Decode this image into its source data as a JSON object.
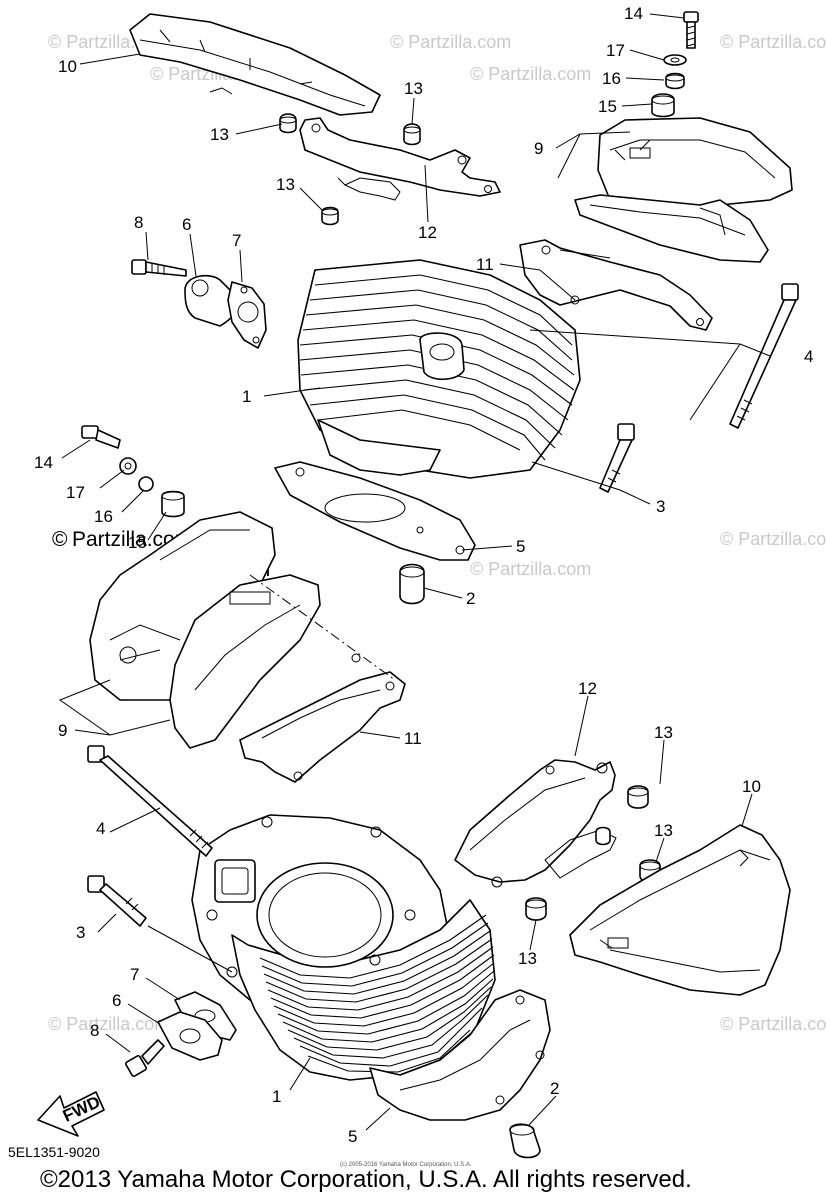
{
  "watermarks": {
    "small": "© Partzilla.com",
    "large_prefix": "©",
    "large_text": "Partzilla.com"
  },
  "callouts": {
    "top_10": "10",
    "top_13a": "13",
    "top_13b": "13",
    "top_13c": "13",
    "top_12": "12",
    "top_14": "14",
    "top_17": "17",
    "top_16": "16",
    "top_15": "15",
    "top_9": "9",
    "top_8": "8",
    "top_6": "6",
    "top_7": "7",
    "top_11": "11",
    "top_4": "4",
    "top_1": "1",
    "top_3": "3",
    "top_5": "5",
    "top_2": "2",
    "bot_14": "14",
    "bot_17": "17",
    "bot_16": "16",
    "bot_15": "15",
    "bot_9": "9",
    "bot_11": "11",
    "bot_12": "12",
    "bot_13a": "13",
    "bot_13b": "13",
    "bot_13c": "13",
    "bot_10": "10",
    "bot_4": "4",
    "bot_3": "3",
    "bot_7": "7",
    "bot_6": "6",
    "bot_8": "8",
    "bot_1": "1",
    "bot_2": "2",
    "bot_5": "5"
  },
  "fwd_label": "FWD",
  "diagram_code": "5EL1351-9020",
  "tiny_notice": "(c) 2005-2016 Yamaha Motor Corporation, U.S.A.",
  "copyright": "©2013 Yamaha Motor Corporation, U.S.A. All rights reserved."
}
